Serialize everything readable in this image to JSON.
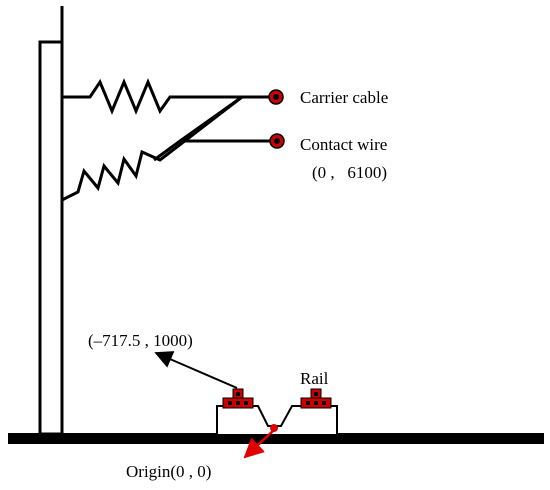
{
  "labels": {
    "carrier_cable": "Carrier cable",
    "contact_wire": "Contact wire",
    "contact_wire_coord": "(0 ,   6100)",
    "rail_coord": "(–717.5 , 1000)",
    "rail": "Rail",
    "origin": "Origin(0 , 0)"
  },
  "colors": {
    "line": "#000000",
    "marker_fill": "#cc0000",
    "marker_dot": "#000000",
    "origin_arrow": "#e00000"
  }
}
